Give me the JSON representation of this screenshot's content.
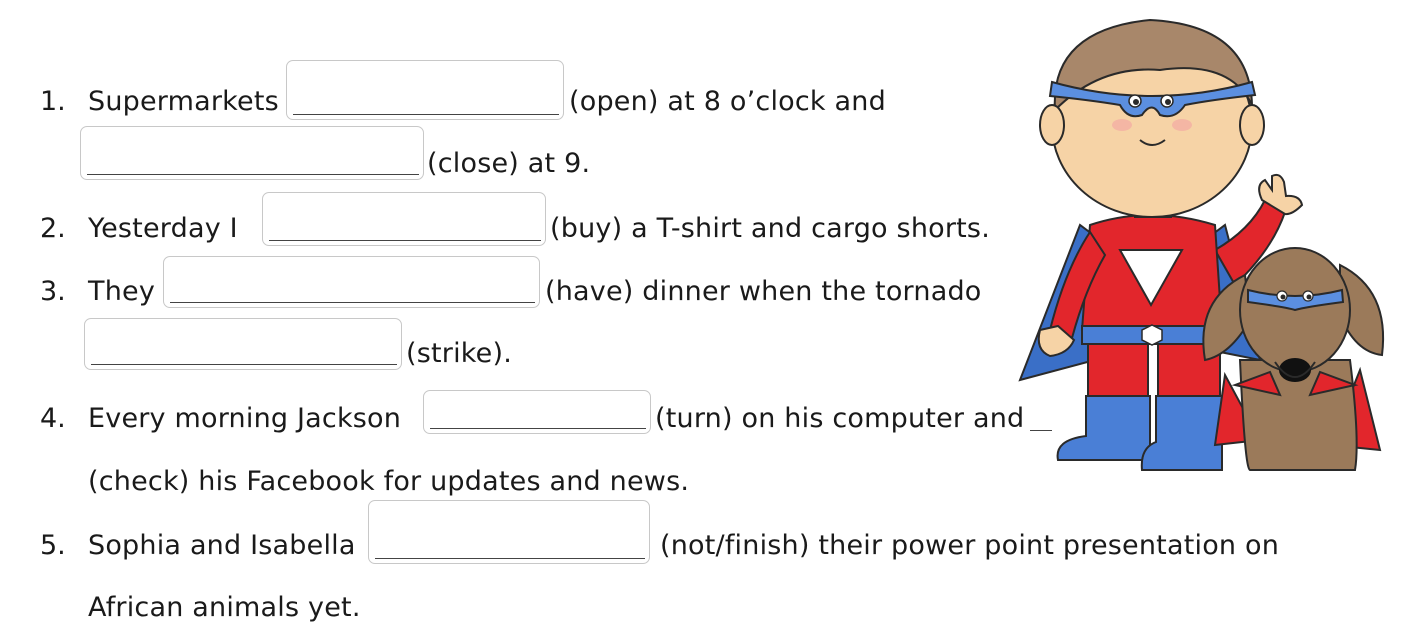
{
  "questions": [
    {
      "number": "1.",
      "lines": [
        {
          "before": "Supermarkets",
          "after": "(open) at 8 o’clock and"
        },
        {
          "before": "",
          "after": "(close) at 9."
        }
      ]
    },
    {
      "number": "2.",
      "lines": [
        {
          "before": "Yesterday I",
          "after": "(buy) a T-shirt and cargo shorts."
        }
      ]
    },
    {
      "number": "3.",
      "lines": [
        {
          "before": "They",
          "after": "(have) dinner when the tornado"
        },
        {
          "before": "",
          "after": "(strike)."
        }
      ]
    },
    {
      "number": "4.",
      "lines": [
        {
          "before": "Every morning Jackson",
          "after": "(turn) on his computer and"
        },
        {
          "before": "",
          "after": "(check) his Facebook for updates and news."
        }
      ]
    },
    {
      "number": "5.",
      "lines": [
        {
          "before": "Sophia and Isabella",
          "after": "(not/finish) their power point presentation on"
        },
        {
          "before": "",
          "after": "African animals yet."
        }
      ]
    }
  ],
  "colors": {
    "suit_red": "#e2262c",
    "suit_blue": "#4a7fd6",
    "cape_blue": "#3a6fc7",
    "skin": "#f6d3a6",
    "hair": "#a8876a",
    "dog_brown": "#9b7a5a",
    "mask_blue": "#5b8fe0"
  }
}
